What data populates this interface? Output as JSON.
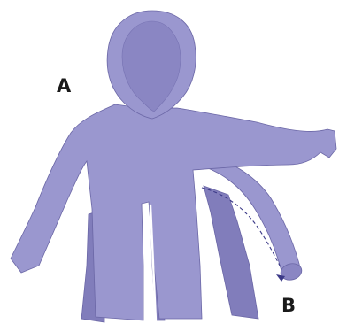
{
  "labels": {
    "a": "A",
    "b": "B"
  },
  "colors": {
    "background": "#ffffff",
    "garment_main": "#9a97cf",
    "garment_shadow": "#817dbb",
    "hood_inside": "#8a86c3",
    "outline": "#6b67a6",
    "seam_line": "#3c3a88",
    "label_text": "#1a1a1a"
  },
  "seam_line_style": "dashed"
}
